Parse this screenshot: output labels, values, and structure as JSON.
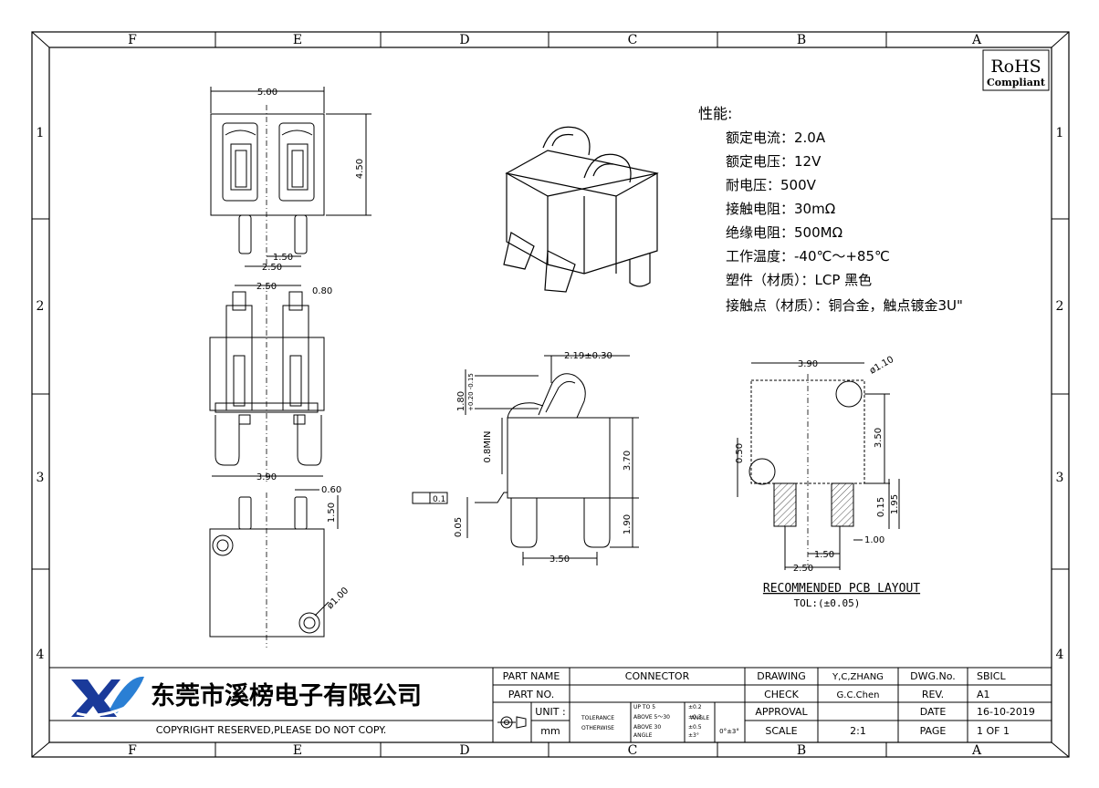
{
  "frame": {
    "col_labels": [
      "F",
      "E",
      "D",
      "C",
      "B",
      "A"
    ],
    "row_labels": [
      "1",
      "2",
      "3",
      "4"
    ]
  },
  "rohs": {
    "main": "RoHS",
    "sub": "Compliant"
  },
  "specs": {
    "heading": "性能:",
    "lines": [
      "额定电流：2.0A",
      "额定电压：12V",
      "耐电压：500V",
      "接触电阻：30mΩ",
      "绝缘电阻：500MΩ",
      "工作温度：-40℃～+85℃",
      "塑件（材质）：LCP 黑色",
      "接触点（材质）：铜合金，触点镀金3U\""
    ]
  },
  "dims": {
    "top_width": "5.00",
    "top_height": "4.50",
    "pin_pitch_small": "1.50",
    "pin_pitch_large": "2.50",
    "mid_pitch": "2.50",
    "mid_contact": "0.80",
    "mid_width": "3.90",
    "bottom_pin_w": "0.60",
    "bottom_pin_h": "1.50",
    "bottom_hole": "ø1.00",
    "side_top": "2.19±0.30",
    "side_stroke": "1.80",
    "side_stroke_tol": "+0.20 -0.15",
    "side_min": "0.8MIN",
    "side_height": "3.70",
    "side_peg": "1.90",
    "side_flat": "0.05",
    "side_pitch": "3.50",
    "flatness_value": "0.1",
    "pcb_width": "3.90",
    "pcb_hole": "ø1.10",
    "pcb_height": "3.50",
    "pcb_offset": "0.50",
    "pcb_pad_a": "0.15",
    "pcb_pad_b": "1.95",
    "pcb_pitch_a": "1.50",
    "pcb_pitch_b": "2.50",
    "pcb_pad_w": "1.00"
  },
  "pcb_caption": {
    "title": "RECOMMENDED PCB LAYOUT",
    "tol": "TOL:(±0.05)"
  },
  "title_block": {
    "company": "东莞市溪榜电子有限公司",
    "copyright": "COPYRIGHT RESERVED,PLEASE DO NOT COPY.",
    "part_name_label": "PART NAME",
    "part_name": "CONNECTOR",
    "part_no_label": "PART NO.",
    "unit_label": "UNIT :",
    "unit": "mm",
    "tolerance_label": "TOLERANCE",
    "otherwise_label": "OTHERWISE",
    "tol_r1": "UP TO 5",
    "tol_r1v": "±0.2",
    "tol_r2": "ABOVE 5～30",
    "tol_r2v": "±0.3",
    "tol_r3": "ABOVE 30",
    "tol_r3v": "±0.5",
    "tol_r4": "ANGLE",
    "tol_r4v": "±3°",
    "angle_label": "ANGLE",
    "angle_value": "0°±3°",
    "drawing_label": "DRAWING",
    "drawing_by": "Y,C,ZHANG",
    "check_label": "CHECK",
    "check_by": "G.C.Chen",
    "approval_label": "APPROVAL",
    "scale_label": "SCALE",
    "scale": "2:1",
    "dwg_no_label": "DWG.No.",
    "dwg_no": "SBICL",
    "rev_label": "REV.",
    "rev": "A1",
    "date_label": "DATE",
    "date": "16-10-2019",
    "page_label": "PAGE",
    "page": "1 OF 1"
  }
}
